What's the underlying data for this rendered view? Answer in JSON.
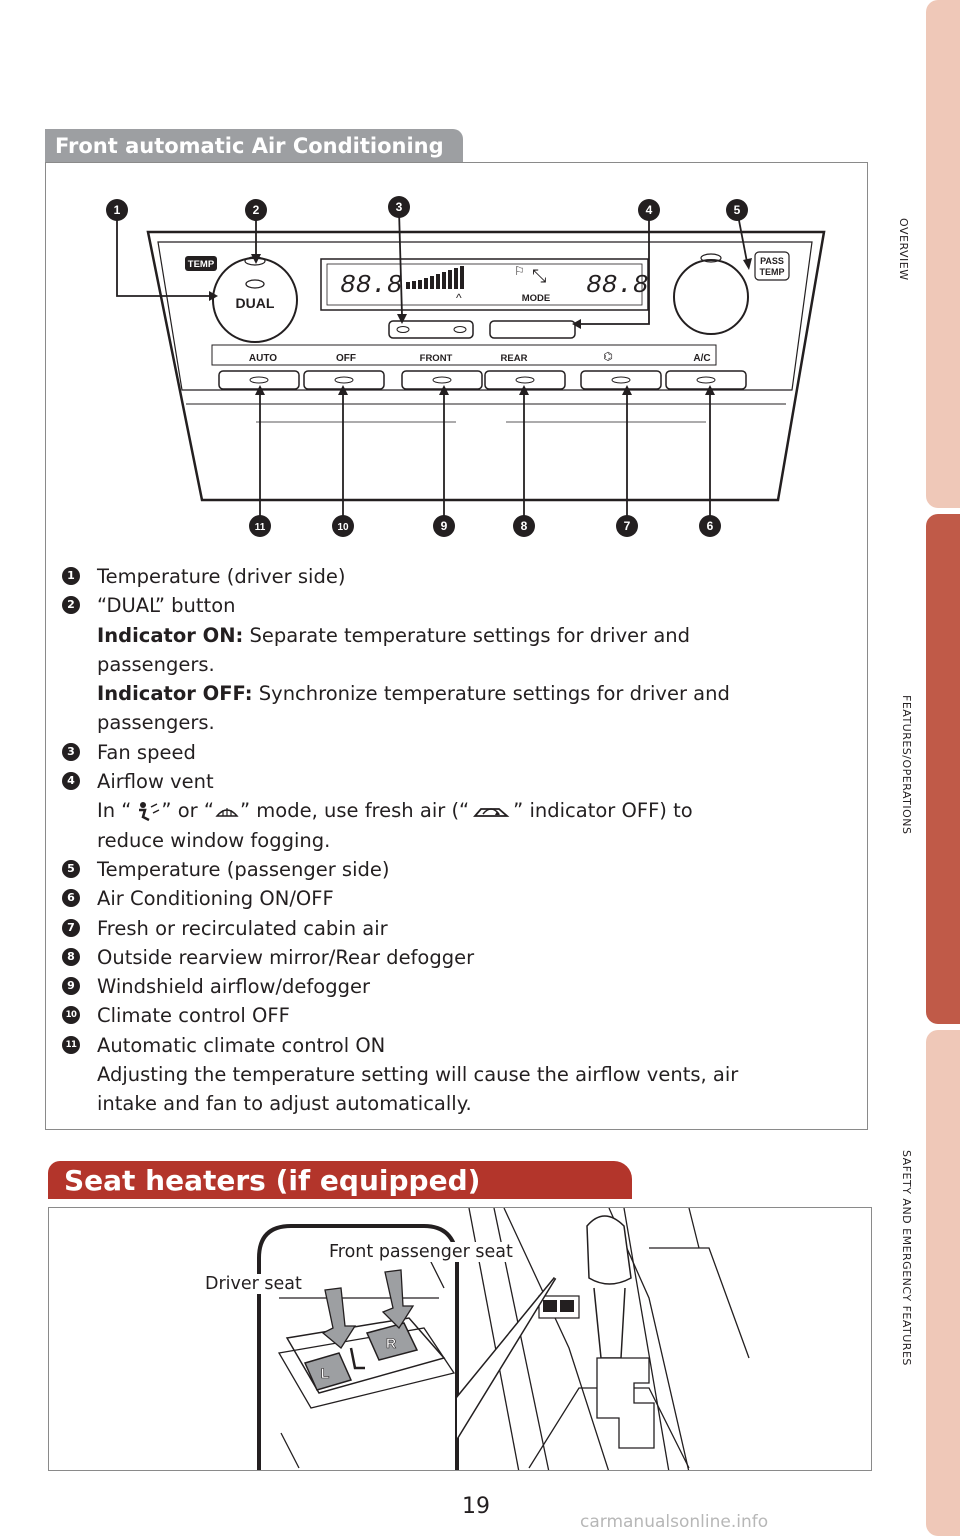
{
  "side_tabs": {
    "overview": "OVERVIEW",
    "features": "FEATURES/OPERATIONS",
    "safety": "SAFETY AND EMERGENCY FEATURES"
  },
  "section1": {
    "title": "Front automatic Air Conditioning",
    "panel": {
      "temp_label": "TEMP",
      "pass_temp_label_1": "PASS",
      "pass_temp_label_2": "TEMP",
      "dual_label": "DUAL",
      "display_left": "88.8",
      "display_right": "88.8",
      "mode_label": "MODE",
      "buttons": [
        "AUTO",
        "OFF",
        "FRONT",
        "REAR",
        "A/C"
      ],
      "callouts_top": [
        "1",
        "2",
        "3",
        "4",
        "5"
      ],
      "callouts_bottom": [
        "11",
        "10",
        "9",
        "8",
        "7",
        "6"
      ]
    },
    "legend": {
      "item1": {
        "num": "1",
        "text": "Temperature (driver side)"
      },
      "item2": {
        "num": "2",
        "text": "“DUAL” button"
      },
      "item2_on_label": "Indicator ON:",
      "item2_on_text": " Separate temperature settings for driver and",
      "item2_on_text2": "passengers.",
      "item2_off_label": "Indicator OFF:",
      "item2_off_text": " Synchronize temperature settings for driver and",
      "item2_off_text2": "passengers.",
      "item3": {
        "num": "3",
        "text": "Fan speed"
      },
      "item4": {
        "num": "4",
        "text": "Airflow vent"
      },
      "item4_note_a": "In “",
      "item4_note_b": "” or “",
      "item4_note_c": "” mode, use fresh air (“",
      "item4_note_d": "” indicator OFF) to",
      "item4_note_e": "reduce window fogging.",
      "item5": {
        "num": "5",
        "text": "Temperature (passenger side)"
      },
      "item6": {
        "num": "6",
        "text": "Air Conditioning ON/OFF"
      },
      "item7": {
        "num": "7",
        "text": "Fresh or recirculated cabin air"
      },
      "item8": {
        "num": "8",
        "text": "Outside rearview mirror/Rear defogger"
      },
      "item9": {
        "num": "9",
        "text": "Windshield airflow/defogger"
      },
      "item10": {
        "num": "10",
        "text": "Climate control OFF"
      },
      "item11": {
        "num": "11",
        "text": "Automatic climate control ON"
      },
      "item11_note1": "Adjusting the temperature setting will cause the airflow vents, air",
      "item11_note2": "intake and fan to adjust automatically."
    }
  },
  "section2": {
    "title": "Seat heaters (if equipped)",
    "label_passenger": "Front passenger seat",
    "label_driver": "Driver seat",
    "switch_left": "L",
    "switch_right": "R"
  },
  "page_number": "19",
  "watermark": "carmanualsonline.info"
}
